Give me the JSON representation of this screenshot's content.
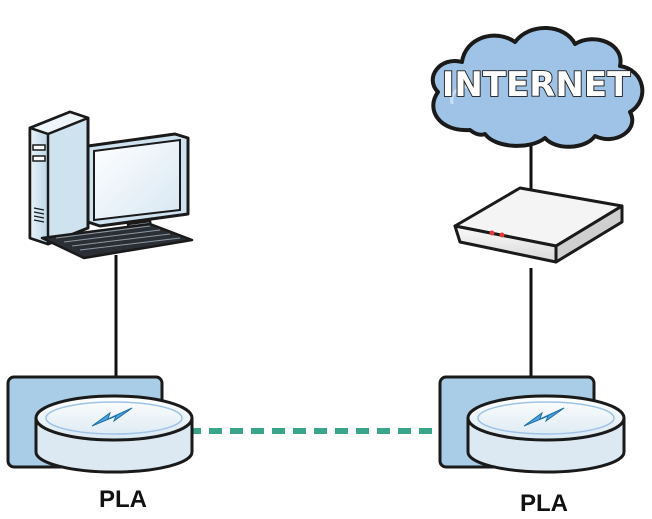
{
  "cloud": {
    "label": "INTERNET"
  },
  "devices": {
    "left_adapter_label": "PLA",
    "right_adapter_label": "PLA"
  },
  "colors": {
    "cloud_fill": "#9fc3e6",
    "cloud_outline": "#1a1a1a",
    "link_dashed": "#3aa58b",
    "wire": "#111111",
    "outlet_plate": "#a9cde6",
    "bolt": "#4aa3df"
  },
  "icons": [
    "desktop-computer-icon",
    "router-icon",
    "internet-cloud-icon",
    "powerline-adapter-icon"
  ]
}
